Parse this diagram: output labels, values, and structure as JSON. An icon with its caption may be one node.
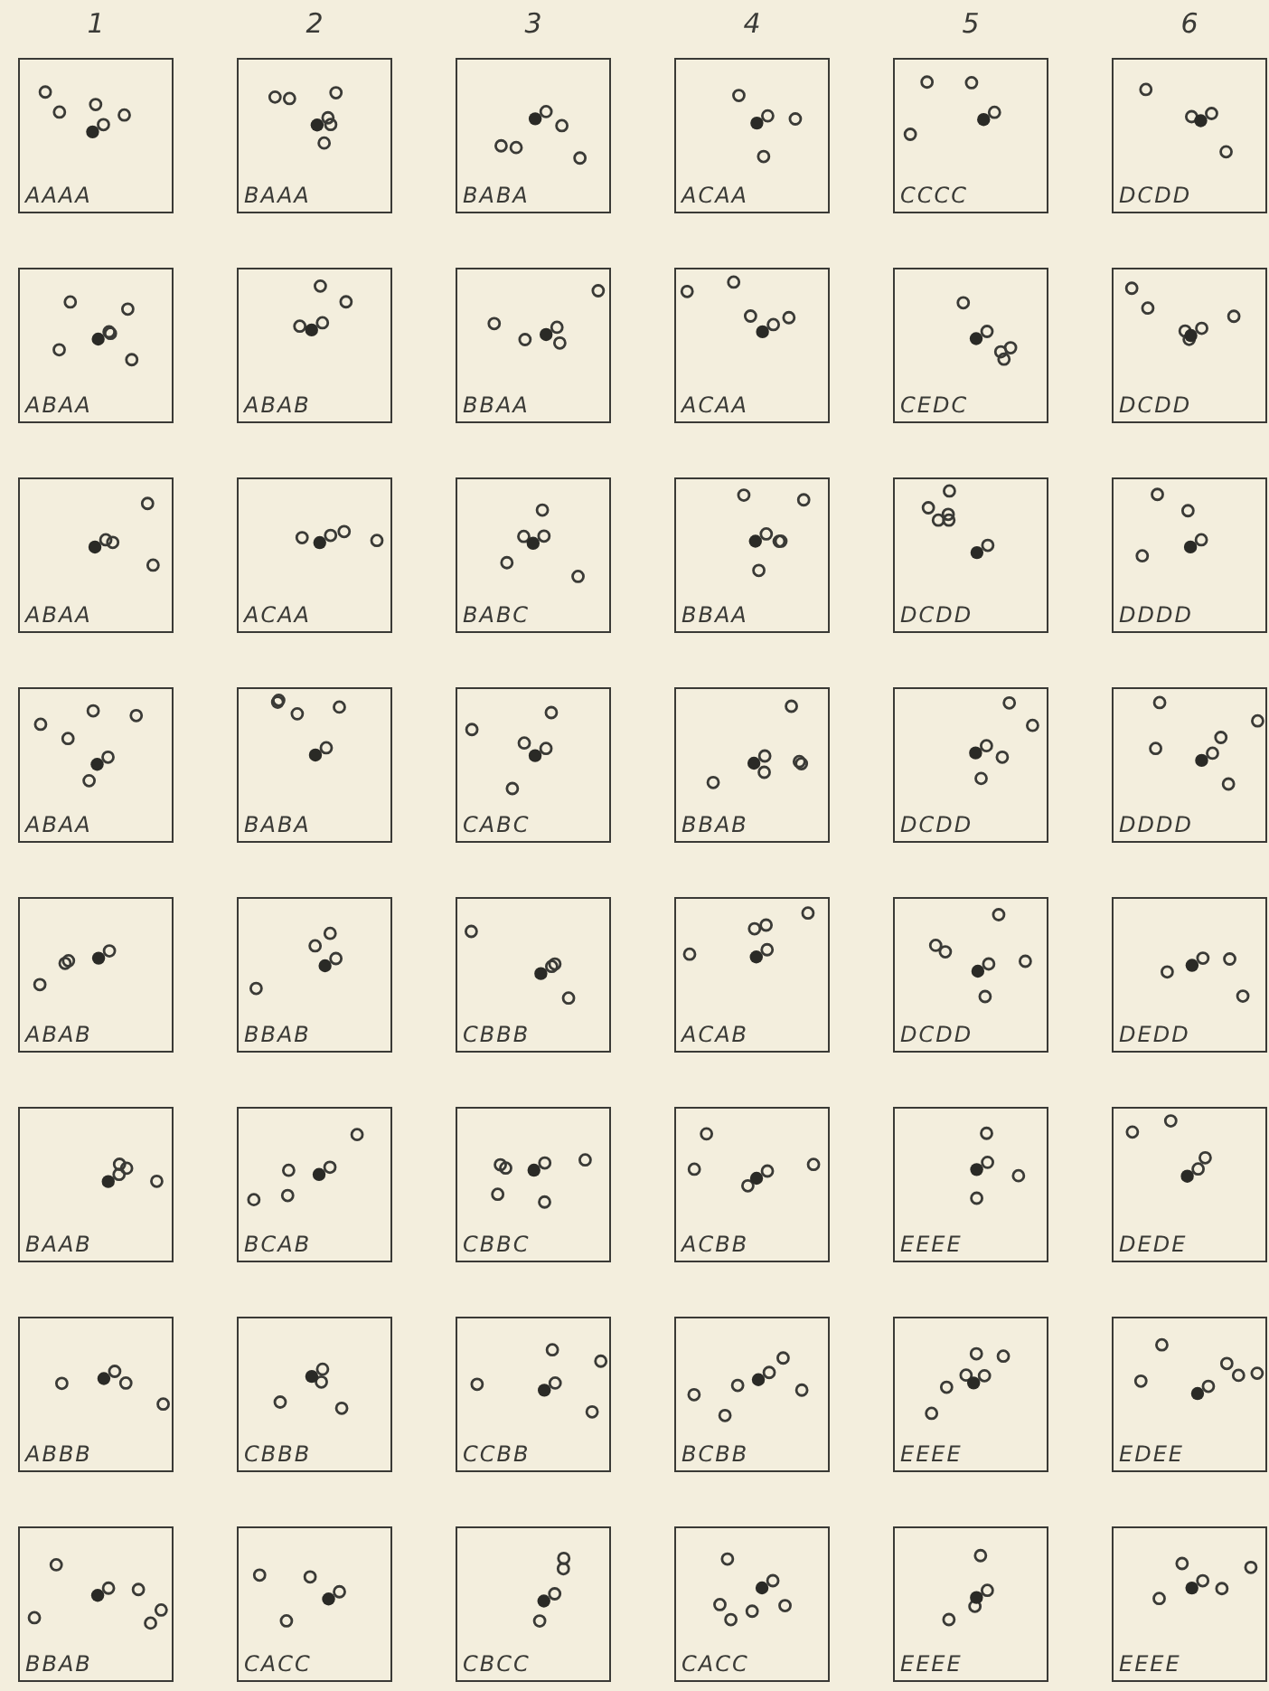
{
  "diagram": {
    "nodes": [
      {
        "text": [
          "AAAA"
        ]
      },
      {
        "text": [
          "BAAA"
        ]
      },
      {
        "text": [
          "BABA"
        ]
      },
      {
        "text": [
          "ACAA"
        ]
      },
      {
        "text": [
          "CCCC"
        ]
      },
      {
        "text": [
          "DCDD"
        ]
      },
      {
        "text": [
          "ABAA"
        ]
      },
      {
        "text": [
          "ABAB"
        ]
      },
      {
        "text": [
          "BBAA"
        ]
      },
      {
        "text": [
          "ACAA"
        ]
      },
      {
        "text": [
          "CEDC"
        ]
      },
      {
        "text": [
          "DCDD"
        ]
      },
      {
        "text": [
          "ABAA"
        ]
      },
      {
        "text": [
          "ACAA"
        ]
      },
      {
        "text": [
          "BABC"
        ]
      },
      {
        "text": [
          "BBAA"
        ]
      },
      {
        "text": [
          "DCDD"
        ]
      },
      {
        "text": [
          "DDDD"
        ]
      },
      {
        "text": [
          "ABAA"
        ]
      },
      {
        "text": [
          "BABA"
        ]
      },
      {
        "text": [
          "CABC"
        ]
      },
      {
        "text": [
          "BBAB"
        ]
      },
      {
        "text": [
          "DCDD"
        ]
      },
      {
        "text": [
          "DDDD"
        ]
      },
      {
        "text": [
          "ABAB"
        ]
      },
      {
        "text": [
          "BBAB"
        ]
      },
      {
        "text": [
          "CBBB"
        ]
      },
      {
        "text": [
          "ACAB"
        ]
      },
      {
        "text": [
          "DCDD"
        ]
      },
      {
        "text": [
          "DEDD"
        ]
      },
      {
        "text": [
          "BAAB"
        ]
      },
      {
        "text": [
          "BCAB"
        ]
      },
      {
        "text": [
          "CBBC"
        ]
      },
      {
        "text": [
          "ACBB"
        ]
      },
      {
        "text": [
          "EEEE"
        ]
      },
      {
        "text": [
          "DEDE"
        ]
      },
      {
        "text": [
          "ABBB"
        ]
      },
      {
        "text": [
          "CBBB"
        ]
      },
      {
        "text": [
          "CCBB"
        ]
      },
      {
        "text": [
          "BCBB"
        ]
      },
      {
        "text": [
          "EEEE"
        ]
      },
      {
        "text": [
          "EDEE"
        ]
      },
      {
        "text": [
          "BBAB"
        ]
      },
      {
        "text": [
          "CACC"
        ]
      },
      {
        "text": [
          "CBCC"
        ]
      },
      {
        "text": [
          "CACC"
        ]
      },
      {
        "text": [
          "EEEE"
        ]
      },
      {
        "text": [
          "EEEE"
        ]
      }
    ],
    "labels": [
      "1",
      "2",
      "3",
      "4",
      "5",
      "6"
    ]
  }
}
